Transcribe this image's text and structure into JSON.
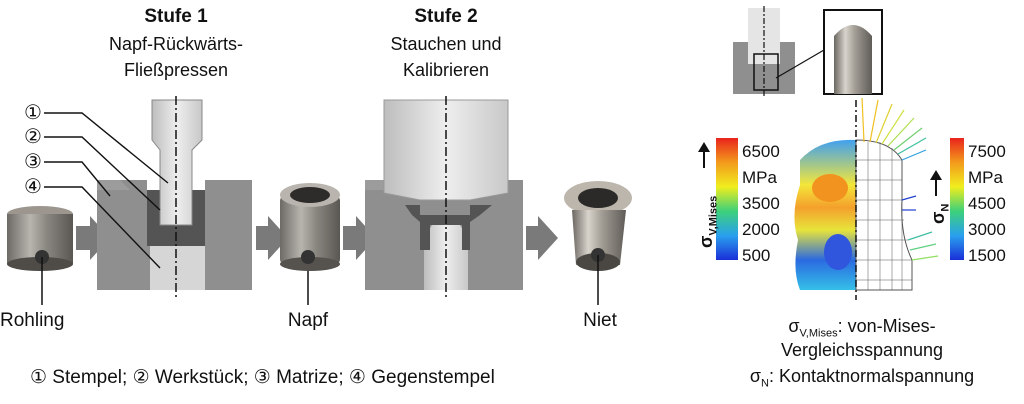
{
  "stage1": {
    "title": "Stufe 1",
    "line1": "Napf-Rückwärts-",
    "line2": "Fließpressen"
  },
  "stage2": {
    "title": "Stufe 2",
    "line1": "Stauchen und",
    "line2": "Kalibrieren"
  },
  "callouts": {
    "n1": "①",
    "n2": "②",
    "n3": "③",
    "n4": "④"
  },
  "parts": {
    "blank": "Rohling",
    "cup": "Napf",
    "rivet": "Niet"
  },
  "legend": "① Stempel; ② Werkstück; ③ Matrize; ④ Gegenstempel",
  "fem": {
    "left_scale": {
      "ticks": [
        "6500",
        "MPa",
        "3500",
        "2000",
        "500"
      ],
      "axis_main": "σ",
      "axis_sub": "V,Mises"
    },
    "right_scale": {
      "ticks": [
        "7500",
        "MPa",
        "4500",
        "3000",
        "1500"
      ],
      "axis_main": "σ",
      "axis_sub": "N"
    },
    "note1_sym": "σ",
    "note1_sub": "V,Mises",
    "note1_text": ": von-Mises-",
    "note2_text": "Vergleichsspannung",
    "note3_sym": "σ",
    "note3_sub": "N",
    "note3_text": ": Kontaktnormalspannung"
  },
  "colors": {
    "die": "#8f8f8f",
    "die_dark": "#6f6f6f",
    "punch": "#dcdcdc",
    "workpiece": "#555555",
    "arrow": "#7a7a7a"
  }
}
